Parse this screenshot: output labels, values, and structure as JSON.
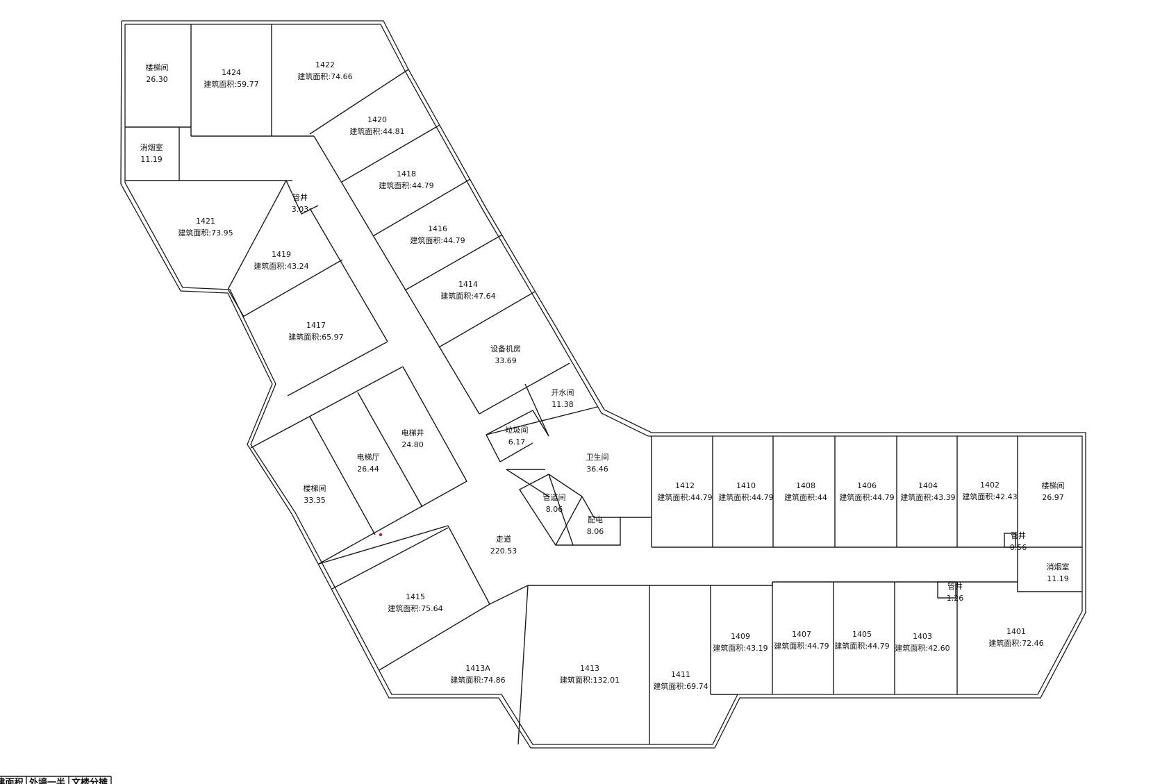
{
  "rooms": [
    {
      "id": "stair-nw",
      "name": "楼梯间",
      "area": "26.30"
    },
    {
      "id": "1424",
      "name": "1424",
      "area": "建筑面积:59.77"
    },
    {
      "id": "1422",
      "name": "1422",
      "area": "建筑面积:74.66"
    },
    {
      "id": "smoke-nw",
      "name": "消烟室",
      "area": "11.19"
    },
    {
      "id": "1420",
      "name": "1420",
      "area": "建筑面积:44.81"
    },
    {
      "id": "1418",
      "name": "1418",
      "area": "建筑面积:44.79"
    },
    {
      "id": "pipe-1",
      "name": "管井",
      "area": "3.03"
    },
    {
      "id": "1421",
      "name": "1421",
      "area": "建筑面积:73.95"
    },
    {
      "id": "1416",
      "name": "1416",
      "area": "建筑面积:44.79"
    },
    {
      "id": "1419",
      "name": "1419",
      "area": "建筑面积:43.24"
    },
    {
      "id": "1414",
      "name": "1414",
      "area": "建筑面积:47.64"
    },
    {
      "id": "1417",
      "name": "1417",
      "area": "建筑面积:65.97"
    },
    {
      "id": "equip",
      "name": "设备机房",
      "area": "33.69"
    },
    {
      "id": "water",
      "name": "开水间",
      "area": "11.38"
    },
    {
      "id": "elev-shaft",
      "name": "电梯井",
      "area": "24.80"
    },
    {
      "id": "garbage",
      "name": "垃圾间",
      "area": "6.17"
    },
    {
      "id": "elev-hall",
      "name": "电梯厅",
      "area": "26.44"
    },
    {
      "id": "toilet",
      "name": "卫生间",
      "area": "36.46"
    },
    {
      "id": "stair-mid",
      "name": "楼梯间",
      "area": "33.35"
    },
    {
      "id": "duct",
      "name": "管道间",
      "area": "8.06"
    },
    {
      "id": "power",
      "name": "配电",
      "area": "8.06"
    },
    {
      "id": "corridor",
      "name": "走道",
      "area": "220.53"
    },
    {
      "id": "1412",
      "name": "1412",
      "area": "建筑面积:44.79"
    },
    {
      "id": "1410",
      "name": "1410",
      "area": "建筑面积:44.79"
    },
    {
      "id": "1408",
      "name": "1408",
      "area": "建筑面积:44"
    },
    {
      "id": "1406",
      "name": "1406",
      "area": "建筑面积:44.79"
    },
    {
      "id": "1404",
      "name": "1404",
      "area": "建筑面积:43.39"
    },
    {
      "id": "1402",
      "name": "1402",
      "area": "建筑面积:42.43"
    },
    {
      "id": "stair-e",
      "name": "楼梯间",
      "area": "26.97"
    },
    {
      "id": "pipe-2",
      "name": "管井",
      "area": "0.56"
    },
    {
      "id": "smoke-e",
      "name": "消烟室",
      "area": "11.19"
    },
    {
      "id": "pipe-3",
      "name": "管井",
      "area": "1.26"
    },
    {
      "id": "1415",
      "name": "1415",
      "area": "建筑面积:75.64"
    },
    {
      "id": "1413a",
      "name": "1413A",
      "area": "建筑面积:74.86"
    },
    {
      "id": "1413",
      "name": "1413",
      "area": "建筑面积:132.01"
    },
    {
      "id": "1411",
      "name": "1411",
      "area": "建筑面积:69.74"
    },
    {
      "id": "1409",
      "name": "1409",
      "area": "建筑面积:43.19"
    },
    {
      "id": "1407",
      "name": "1407",
      "area": "建筑面积:44.79"
    },
    {
      "id": "1405",
      "name": "1405",
      "area": "建筑面积:44.79"
    },
    {
      "id": "1403",
      "name": "1403",
      "area": "建筑面积:42.60"
    },
    {
      "id": "1401",
      "name": "1401",
      "area": "建筑面积:72.46"
    }
  ],
  "legend": [
    "建面积",
    "外墙一半",
    "文楼分摊"
  ]
}
